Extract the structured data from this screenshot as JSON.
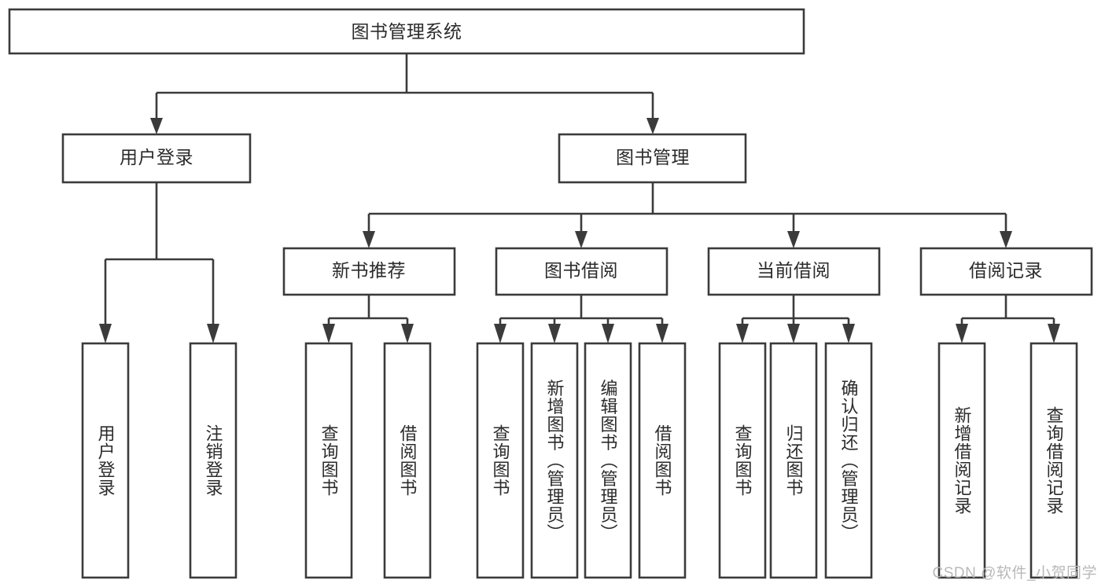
{
  "diagram": {
    "type": "tree-hierarchy-diagram",
    "title": "图书管理系统",
    "watermark": "CSDN @软件_小贺同学",
    "colors": {
      "background": "#ffffff",
      "box_fill": "#ffffff",
      "box_stroke": "#3b3b3b",
      "text": "#2b2b2b",
      "watermark": "#b9b9b9"
    },
    "levels": {
      "root": {
        "label": "图书管理系统",
        "orientation": "horizontal"
      },
      "level2": [
        {
          "id": "user-login",
          "label": "用户登录",
          "orientation": "horizontal"
        },
        {
          "id": "book-management",
          "label": "图书管理",
          "orientation": "horizontal"
        }
      ],
      "level3": [
        {
          "id": "new-book-recommend",
          "label": "新书推荐",
          "orientation": "horizontal",
          "parent": "book-management"
        },
        {
          "id": "book-borrow",
          "label": "图书借阅",
          "orientation": "horizontal",
          "parent": "book-management"
        },
        {
          "id": "current-borrow",
          "label": "当前借阅",
          "orientation": "horizontal",
          "parent": "book-management"
        },
        {
          "id": "borrow-record",
          "label": "借阅记录",
          "orientation": "horizontal",
          "parent": "book-management"
        }
      ],
      "leaves": [
        {
          "id": "leaf-user-login",
          "label": "用户登录",
          "orientation": "vertical",
          "parent": "user-login"
        },
        {
          "id": "leaf-logout-login",
          "label": "注销登录",
          "orientation": "vertical",
          "parent": "user-login"
        },
        {
          "id": "leaf-query-books-a",
          "label": "查询图书",
          "orientation": "vertical",
          "parent": "new-book-recommend"
        },
        {
          "id": "leaf-borrow-books-a",
          "label": "借阅图书",
          "orientation": "vertical",
          "parent": "new-book-recommend"
        },
        {
          "id": "leaf-query-books-b",
          "label": "查询图书",
          "orientation": "vertical",
          "parent": "book-borrow"
        },
        {
          "id": "leaf-add-book",
          "label": "新增图书（管理员）",
          "orientation": "vertical",
          "parent": "book-borrow"
        },
        {
          "id": "leaf-edit-book",
          "label": "编辑图书（管理员）",
          "orientation": "vertical",
          "parent": "book-borrow"
        },
        {
          "id": "leaf-borrow-books-b",
          "label": "借阅图书",
          "orientation": "vertical",
          "parent": "book-borrow"
        },
        {
          "id": "leaf-query-books-c",
          "label": "查询图书",
          "orientation": "vertical",
          "parent": "current-borrow"
        },
        {
          "id": "leaf-return-books",
          "label": "归还图书",
          "orientation": "vertical",
          "parent": "current-borrow"
        },
        {
          "id": "leaf-confirm-return",
          "label": "确认归还（管理员）",
          "orientation": "vertical",
          "parent": "current-borrow"
        },
        {
          "id": "leaf-add-record",
          "label": "新增借阅记录",
          "orientation": "vertical",
          "parent": "borrow-record"
        },
        {
          "id": "leaf-query-record",
          "label": "查询借阅记录",
          "orientation": "vertical",
          "parent": "borrow-record"
        }
      ]
    }
  }
}
